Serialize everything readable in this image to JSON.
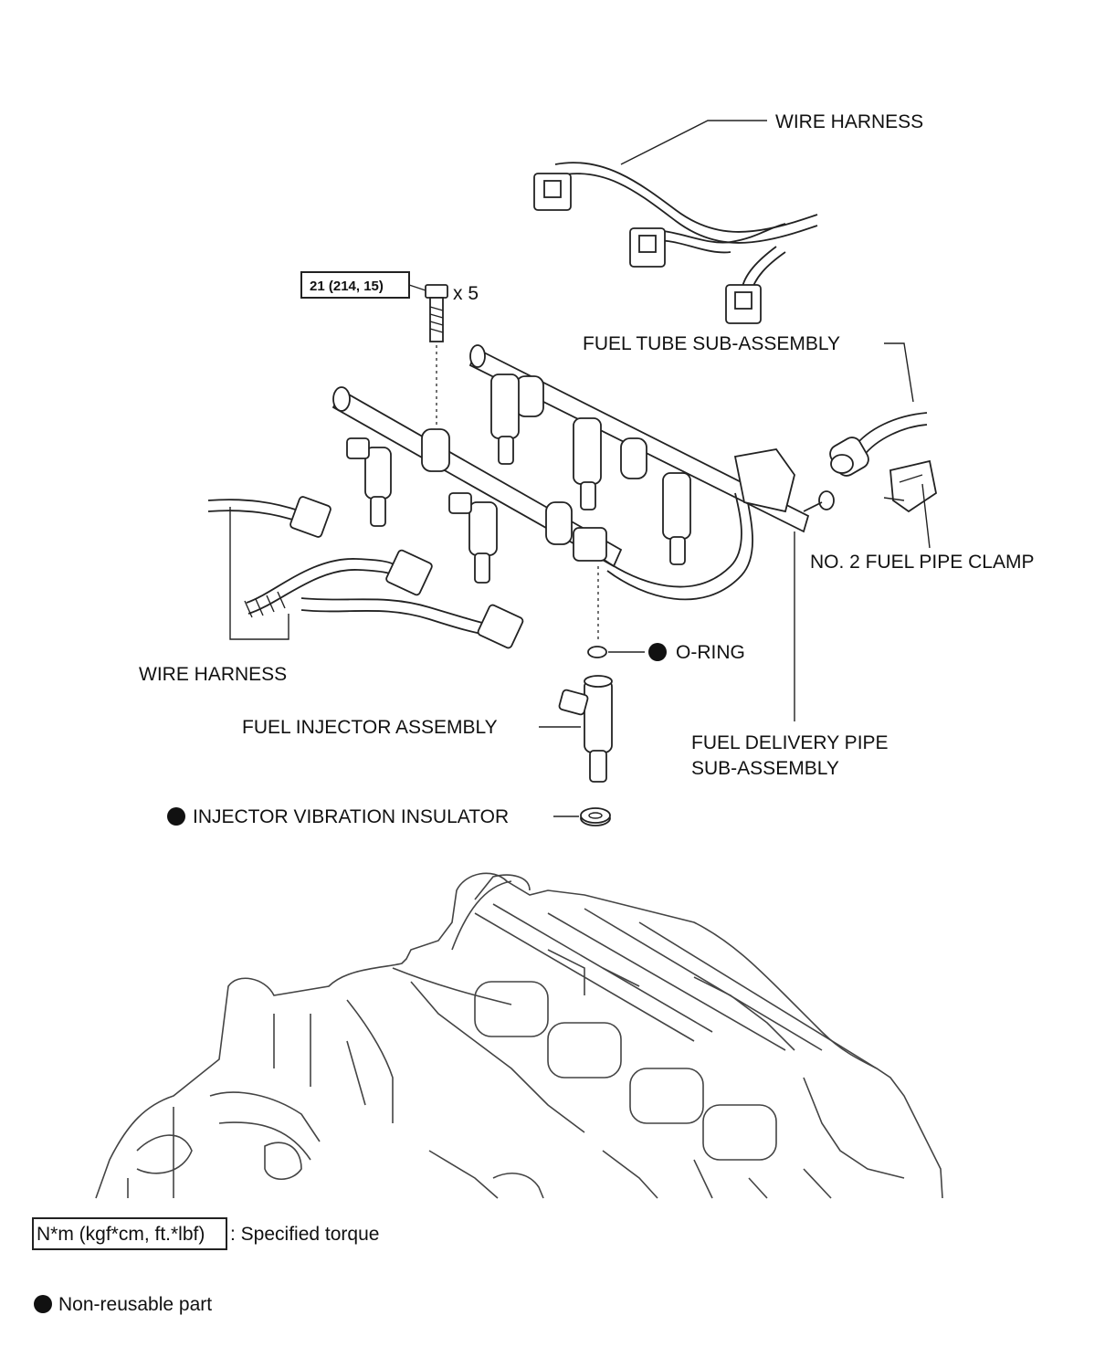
{
  "labels": {
    "wire_harness_top": "WIRE HARNESS",
    "fuel_tube": "FUEL TUBE SUB-ASSEMBLY",
    "no2_fuel_pipe_clamp": "NO. 2 FUEL PIPE CLAMP",
    "o_ring": "O-RING",
    "wire_harness_left": "WIRE HARNESS",
    "fuel_injector": "FUEL INJECTOR ASSEMBLY",
    "fuel_delivery_line1": "FUEL DELIVERY PIPE",
    "fuel_delivery_line2": "SUB-ASSEMBLY",
    "injector_insulator": "INJECTOR VIBRATION INSULATOR"
  },
  "torque": {
    "value": "21 (214, 15)",
    "quantity": "x 5"
  },
  "legend": {
    "torque_box": "N*m (kgf*cm, ft.*lbf)",
    "torque_text": ": Specified torque",
    "nonreusable_text": "Non-reusable part"
  }
}
